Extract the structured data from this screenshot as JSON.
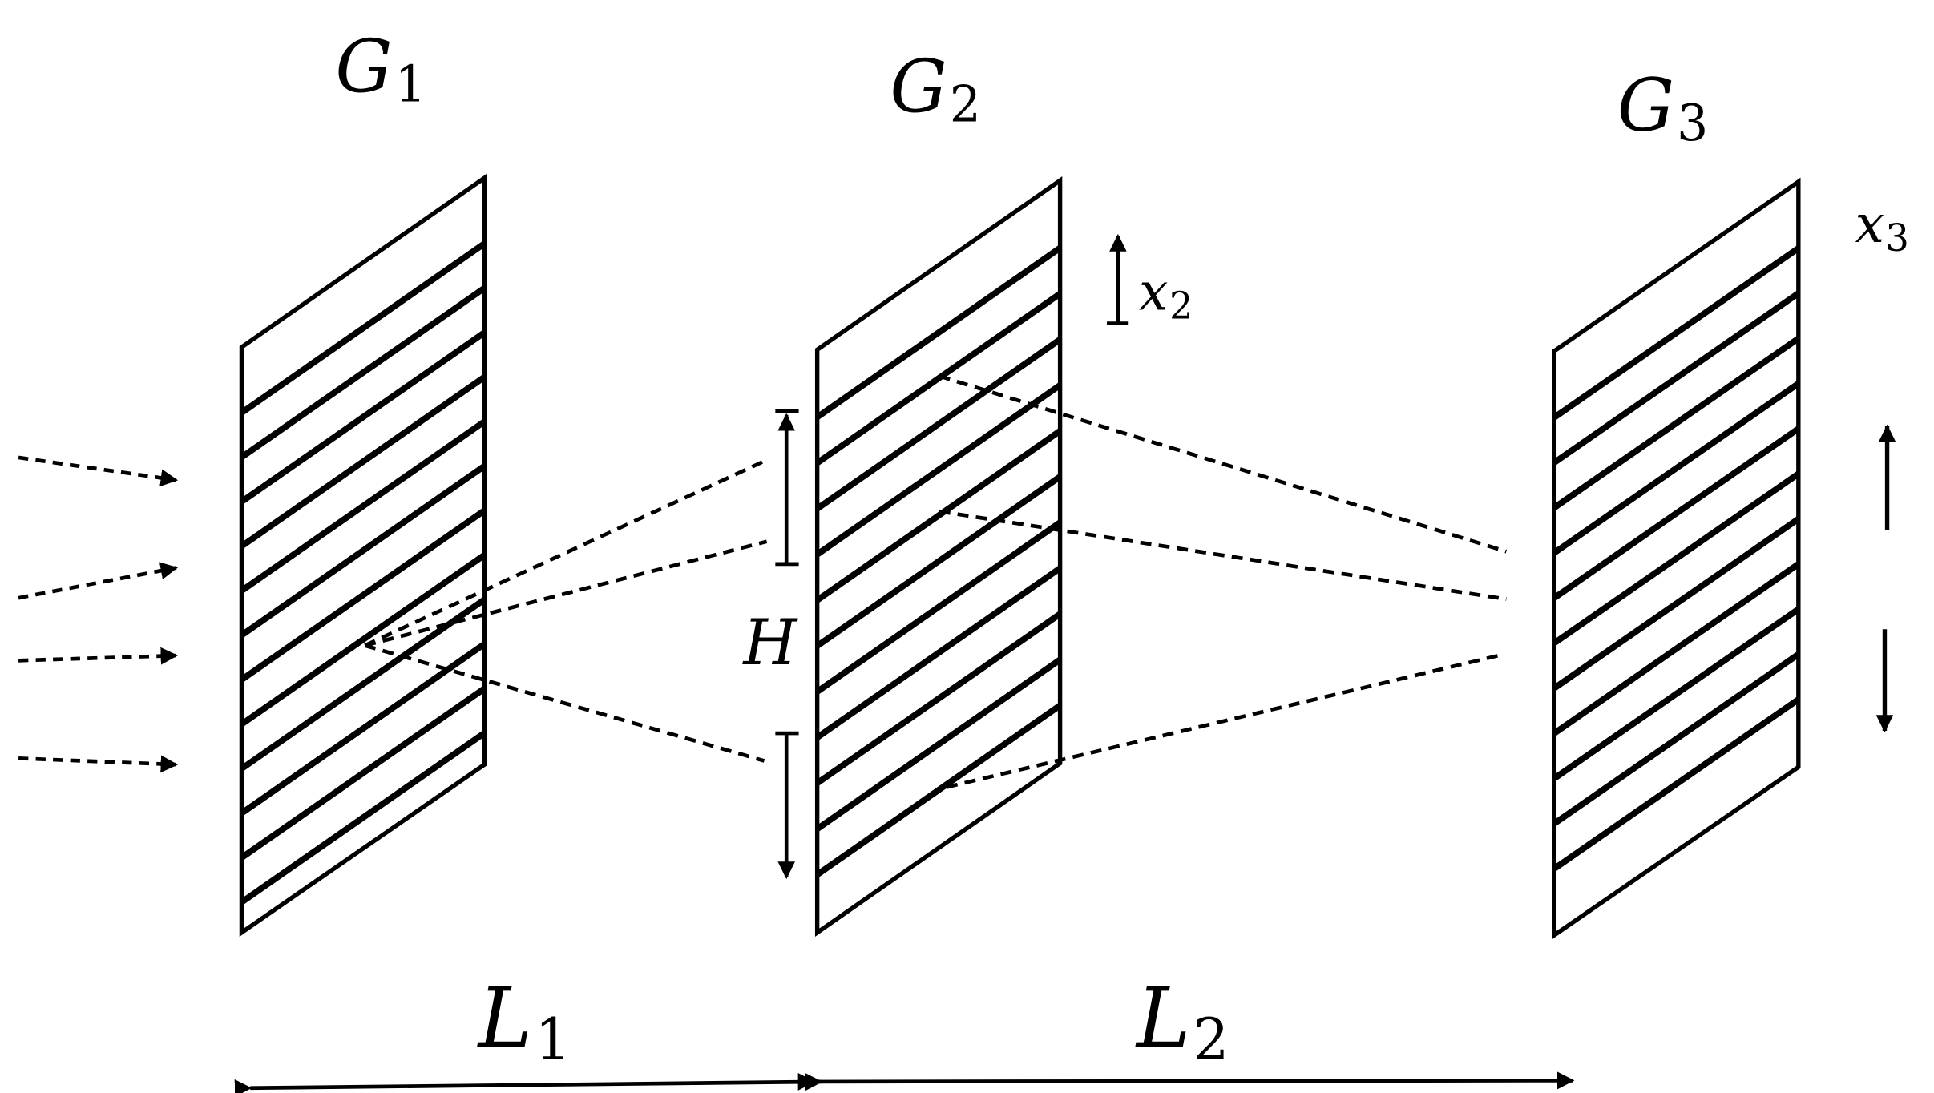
{
  "labels": {
    "g1": {
      "main": "G",
      "sub": "1"
    },
    "g2": {
      "main": "G",
      "sub": "2"
    },
    "g3": {
      "main": "G",
      "sub": "3"
    },
    "x2": {
      "main": "x",
      "sub": "2"
    },
    "x3": {
      "main": "x",
      "sub": "3"
    },
    "h": "H",
    "l1": {
      "main": "L",
      "sub": "1"
    },
    "l2": {
      "main": "L",
      "sub": "2"
    }
  },
  "colors": {
    "ink": "#000000",
    "background": "#ffffff"
  }
}
